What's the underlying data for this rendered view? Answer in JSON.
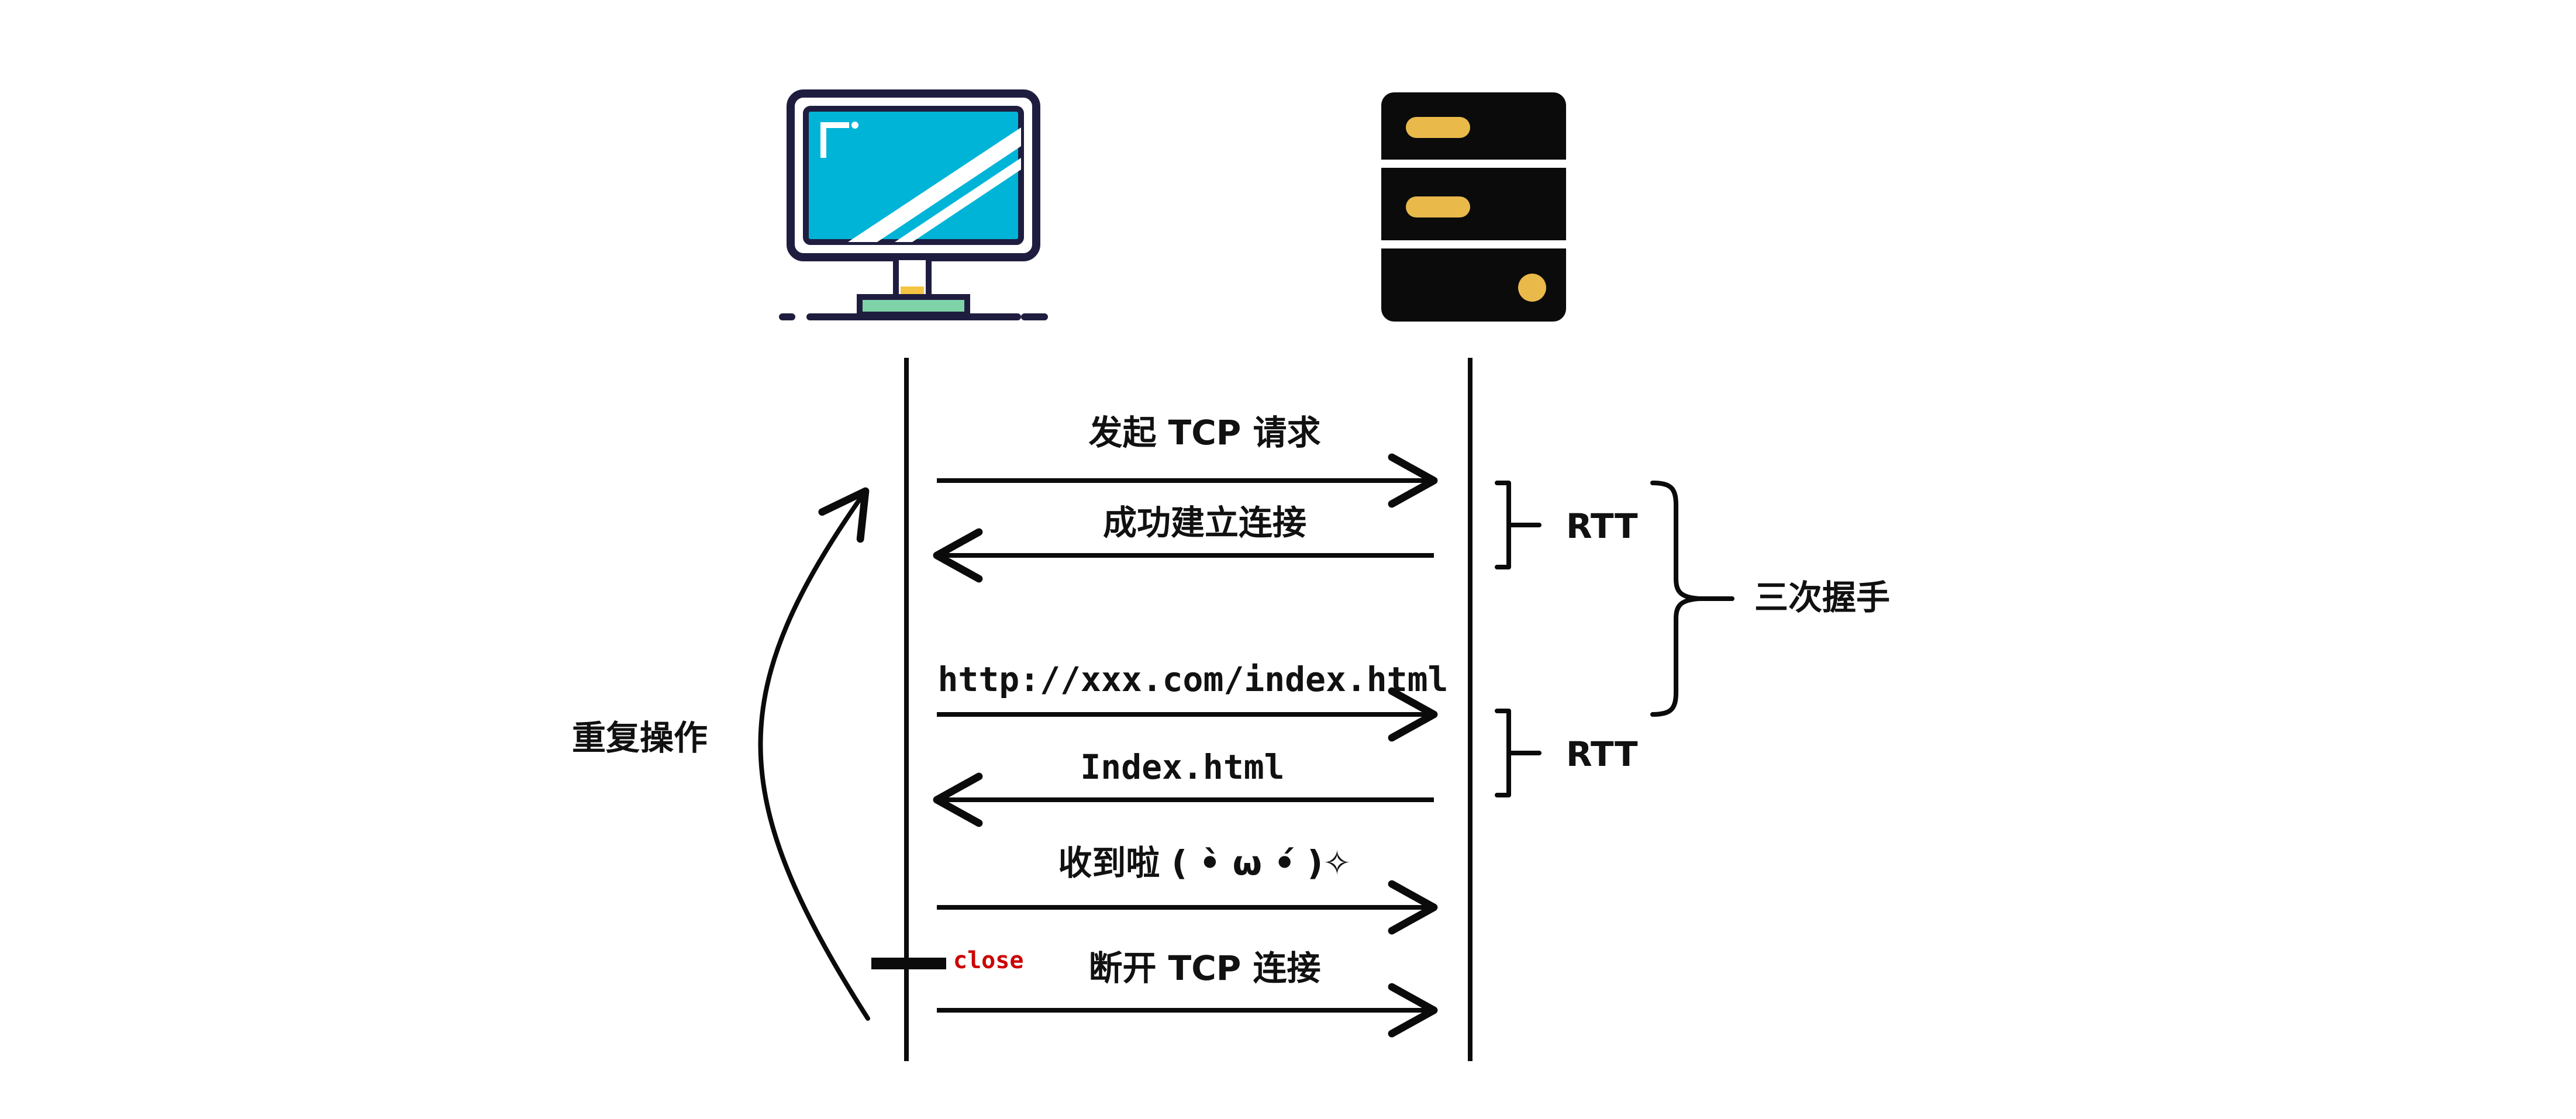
{
  "client_icon": {
    "name": "monitor-icon"
  },
  "server_icon": {
    "name": "server-icon"
  },
  "messages": [
    {
      "label": "发起 TCP 请求",
      "direction": "to-server"
    },
    {
      "label": "成功建立连接",
      "direction": "to-client"
    },
    {
      "label": "http://xxx.com/index.html",
      "direction": "to-server"
    },
    {
      "label": "Index.html",
      "direction": "to-client"
    },
    {
      "label": "收到啦 ( •̀ ω •́ )✧",
      "direction": "to-server"
    },
    {
      "label": "断开 TCP 连接",
      "direction": "to-server"
    }
  ],
  "rtt_1": "RTT",
  "rtt_2": "RTT",
  "handshake_label": "三次握手",
  "repeat_label": "重复操作",
  "close_label": "close",
  "colors": {
    "line": "#0b0b0b",
    "monitor_frame": "#1f1d3f",
    "monitor_screen": "#00b4d8",
    "monitor_stand_base": "#7fd3a8",
    "monitor_accent": "#f4c542",
    "server_body": "#0b0b0b",
    "server_slot": "#e9b94a",
    "close_text": "#cc0000"
  }
}
